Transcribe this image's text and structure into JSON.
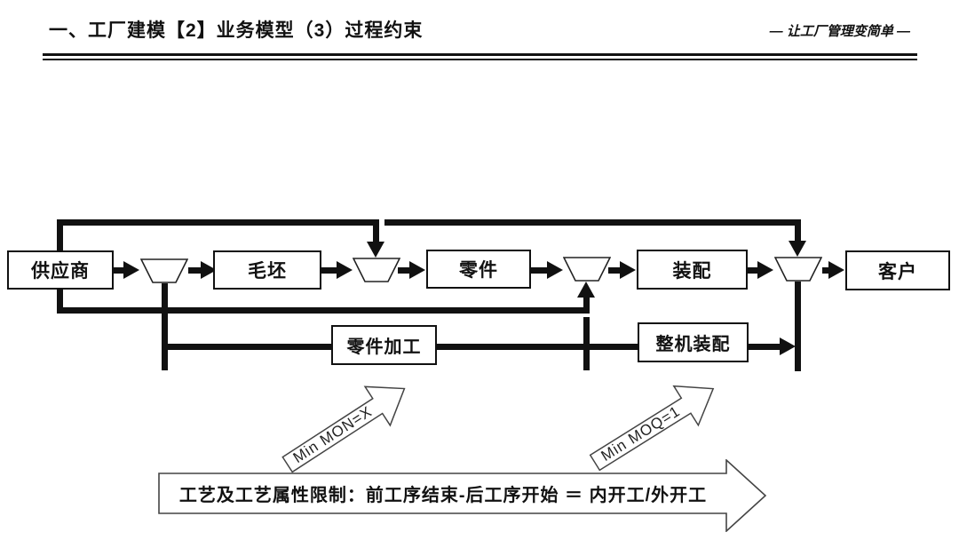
{
  "header": {
    "title": "一、工厂建模【2】业务模型（3）过程约束",
    "slogan": "— 让工厂管理变简单 —"
  },
  "diagram": {
    "nodes": [
      {
        "id": "supplier",
        "label": "供应商"
      },
      {
        "id": "blank",
        "label": "毛坯"
      },
      {
        "id": "part",
        "label": "零件"
      },
      {
        "id": "assembly",
        "label": "装配"
      },
      {
        "id": "customer",
        "label": "客户"
      }
    ],
    "process_boxes": [
      {
        "id": "part-machining",
        "label": "零件加工"
      },
      {
        "id": "final-assembly",
        "label": "整机装配"
      }
    ],
    "annotations": {
      "min_mon": "Min MON=X",
      "min_moq": "Min MOQ=1"
    },
    "constraint_arrow": "工艺及工艺属性限制：前工序结束-后工序开始 ＝ 内开工/外开工"
  },
  "colors": {
    "ink": "#111111",
    "background": "#ffffff"
  }
}
